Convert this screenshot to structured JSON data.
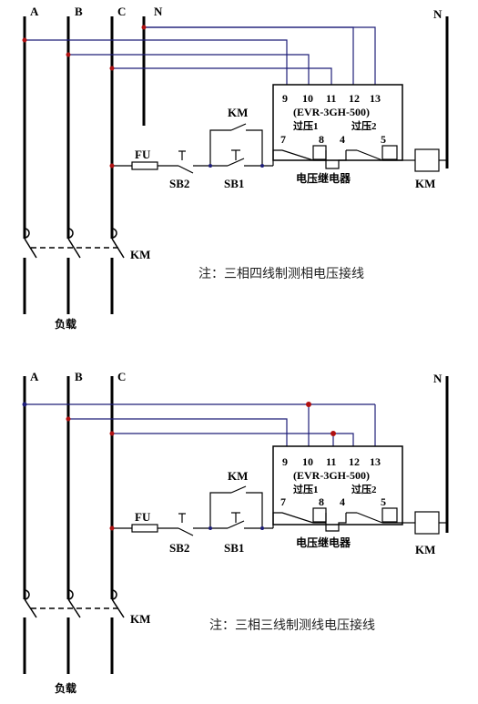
{
  "diagram1": {
    "phase_a": "A",
    "phase_b": "B",
    "phase_c": "C",
    "neutral_left": "N",
    "neutral_right": "N",
    "fuse": "FU",
    "sb2": "SB2",
    "sb1": "SB1",
    "km_contact": "KM",
    "km_coil": "KM",
    "km_main": "KM",
    "relay_model": "(EVR-3GH-500)",
    "terminals": [
      "9",
      "10",
      "11",
      "12",
      "13"
    ],
    "overvoltage1": "过压1",
    "overvoltage2": "过压2",
    "contact_terminals": [
      "7",
      "8",
      "4",
      "5"
    ],
    "relay_name": "电压继电器",
    "load": "负载",
    "note": "注：三相四线制测相电压接线"
  },
  "diagram2": {
    "phase_a": "A",
    "phase_b": "B",
    "phase_c": "C",
    "neutral_right": "N",
    "fuse": "FU",
    "sb2": "SB2",
    "sb1": "SB1",
    "km_contact": "KM",
    "km_coil": "KM",
    "km_main": "KM",
    "relay_model": "(EVR-3GH-500)",
    "terminals": [
      "9",
      "10",
      "11",
      "12",
      "13"
    ],
    "overvoltage1": "过压1",
    "overvoltage2": "过压2",
    "contact_terminals": [
      "7",
      "8",
      "4",
      "5"
    ],
    "relay_name": "电压继电器",
    "load": "负载",
    "note": "注：三相三线制测线电压接线"
  },
  "colors": {
    "wire": "#1e1e78",
    "bus": "#000000",
    "node": "#b01010"
  }
}
